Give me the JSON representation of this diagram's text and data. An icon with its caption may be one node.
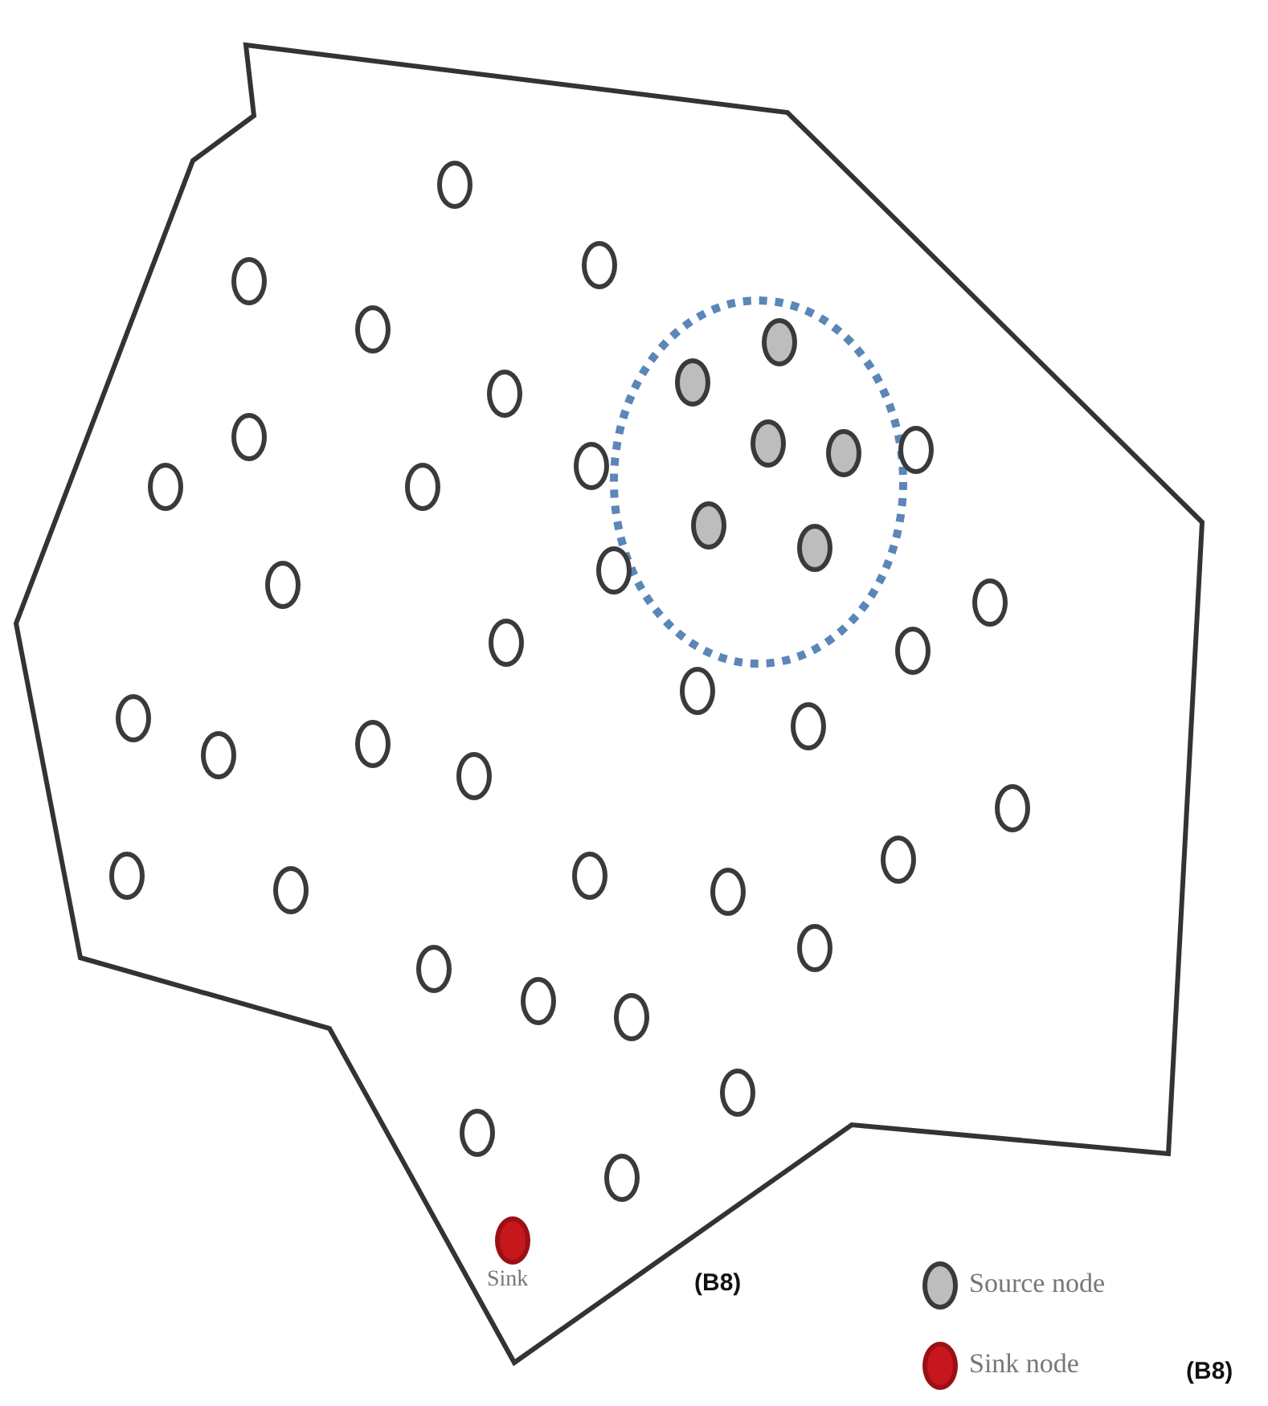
{
  "diagram": {
    "nodes": [
      {
        "text": [],
        "shape": "circle"
      },
      {
        "text": [],
        "shape": "circle"
      },
      {
        "text": [],
        "shape": "circle"
      },
      {
        "text": [],
        "shape": "circle"
      },
      {
        "text": [],
        "shape": "circle"
      },
      {
        "text": [],
        "shape": "circle"
      },
      {
        "text": [],
        "shape": "circle"
      },
      {
        "text": [],
        "shape": "circle"
      },
      {
        "text": [],
        "shape": "circle"
      },
      {
        "text": [],
        "shape": "circle"
      },
      {
        "text": [],
        "shape": "circle"
      },
      {
        "text": [],
        "shape": "circle"
      },
      {
        "text": [],
        "shape": "circle"
      },
      {
        "text": [],
        "shape": "circle"
      },
      {
        "text": [],
        "shape": "circle"
      },
      {
        "text": [],
        "shape": "circle"
      },
      {
        "text": [],
        "shape": "circle"
      },
      {
        "text": [],
        "shape": "circle"
      },
      {
        "text": [],
        "shape": "circle"
      },
      {
        "text": [],
        "shape": "circle"
      },
      {
        "text": [],
        "shape": "circle"
      },
      {
        "text": [],
        "shape": "circle"
      },
      {
        "text": [],
        "shape": "circle"
      },
      {
        "text": [],
        "shape": "circle"
      },
      {
        "text": [],
        "shape": "circle"
      },
      {
        "text": [],
        "shape": "circle"
      },
      {
        "text": [],
        "shape": "circle"
      },
      {
        "text": [],
        "shape": "circle"
      },
      {
        "text": [],
        "shape": "circle"
      },
      {
        "text": [],
        "shape": "circle"
      },
      {
        "text": [],
        "shape": "circle"
      },
      {
        "text": [],
        "shape": "circle"
      },
      {
        "text": [],
        "shape": "circle"
      },
      {
        "text": [],
        "shape": "circle"
      },
      {
        "text": [],
        "shape": "circle"
      },
      {
        "text": [],
        "shape": "circle"
      },
      {
        "text": [],
        "shape": "circle"
      },
      {
        "text": [],
        "shape": "circle"
      },
      {
        "text": [],
        "shape": "circle"
      },
      {
        "text": [],
        "shape": "circle"
      },
      {
        "text": [
          "Sink"
        ]
      }
    ],
    "labels": [
      "(B8)",
      "(B8)"
    ],
    "legend": [
      {
        "text": "Source node",
        "color": "#bdbdbd"
      },
      {
        "text": "Sink node",
        "color": "#c8161d"
      }
    ]
  }
}
